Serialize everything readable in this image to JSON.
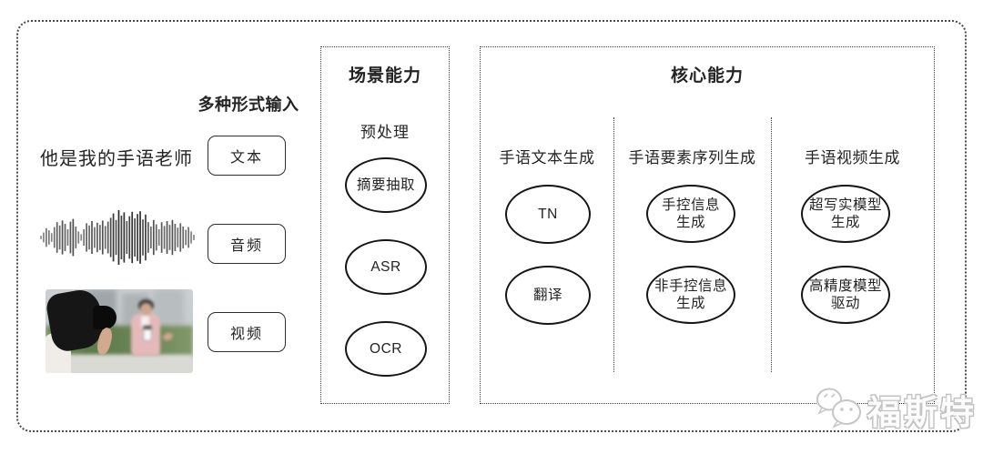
{
  "colors": {
    "background": "#ffffff",
    "frame_line": "#4a4a4a",
    "panel_line": "#3f3f3f",
    "node_stroke": "#161616",
    "text": "#242424",
    "watermark_gray": "#c3c3c3"
  },
  "input_section": {
    "label": "多种形式输入",
    "sample_sentence": "他是我的手语老师",
    "text_box": "文本",
    "audio_box": "音频",
    "video_box": "视频"
  },
  "scene_box": {
    "title": "场景能力",
    "subtitle": "预处理",
    "nodes": [
      "摘要抽取",
      "ASR",
      "OCR"
    ]
  },
  "core_box": {
    "title": "核心能力",
    "columns": [
      {
        "header": "手语文本生成",
        "nodes": [
          {
            "lines": [
              "TN"
            ]
          },
          {
            "lines": [
              "翻译"
            ]
          }
        ]
      },
      {
        "header": "手语要素序列生成",
        "nodes": [
          {
            "lines": [
              "手控信息",
              "生成"
            ]
          },
          {
            "lines": [
              "非手控信息",
              "生成"
            ]
          }
        ]
      },
      {
        "header": "手语视频生成",
        "nodes": [
          {
            "lines": [
              "超写实模型",
              "生成"
            ]
          },
          {
            "lines": [
              "高精度模型",
              "驱动"
            ]
          }
        ]
      }
    ]
  },
  "watermark": {
    "text": "福斯特",
    "icon": "wechat-icon"
  },
  "waveform": {
    "amplitudes": [
      0.06,
      0.18,
      0.34,
      0.26,
      0.16,
      0.38,
      0.56,
      0.44,
      0.62,
      0.5,
      0.3,
      0.58,
      0.68,
      0.4,
      0.22,
      0.12,
      0.3,
      0.52,
      0.44,
      0.6,
      0.38,
      0.54,
      0.46,
      0.62,
      0.42,
      0.58,
      0.72,
      0.88,
      0.64,
      1.0,
      0.8,
      0.92,
      0.6,
      0.78,
      0.94,
      0.7,
      0.86,
      0.96,
      0.66,
      0.84,
      0.56,
      0.4,
      0.64,
      0.48,
      0.3,
      0.56,
      0.42,
      0.6,
      0.46,
      0.64,
      0.5,
      0.36,
      0.52,
      0.4,
      0.28,
      0.38,
      0.22,
      0.1
    ]
  }
}
